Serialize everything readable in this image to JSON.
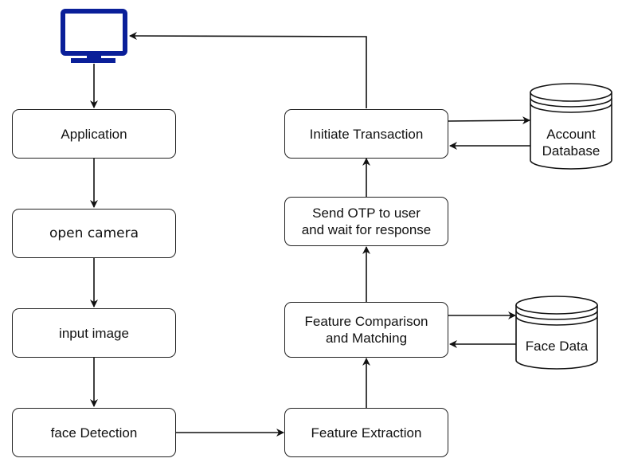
{
  "diagram": {
    "title": "Face recognition transaction flow",
    "icon": "monitor-icon",
    "icon_color": "#0a1f99",
    "stroke_color": "#222222",
    "nodes": {
      "application": "Application",
      "open_camera": "open camera",
      "input_image": "input image",
      "face_detection": "face Detection",
      "feature_extraction": "Feature Extraction",
      "feature_comparison_1": "Feature Comparison",
      "feature_comparison_2": "and Matching",
      "send_otp_1": "Send OTP to",
      "send_otp_2": "user",
      "send_otp_3": "and wait for response",
      "initiate_transaction": "Initiate Transaction",
      "account_db_1": "Account",
      "account_db_2": "Database",
      "face_data": "Face Data"
    },
    "edges": [
      [
        "monitor",
        "application"
      ],
      [
        "application",
        "open_camera"
      ],
      [
        "open_camera",
        "input_image"
      ],
      [
        "input_image",
        "face_detection"
      ],
      [
        "face_detection",
        "feature_extraction"
      ],
      [
        "feature_extraction",
        "feature_comparison"
      ],
      [
        "feature_comparison",
        "face_data"
      ],
      [
        "face_data",
        "feature_comparison"
      ],
      [
        "feature_comparison",
        "send_otp"
      ],
      [
        "send_otp",
        "initiate_transaction"
      ],
      [
        "initiate_transaction",
        "account_database"
      ],
      [
        "account_database",
        "initiate_transaction"
      ],
      [
        "initiate_transaction",
        "monitor"
      ]
    ]
  }
}
